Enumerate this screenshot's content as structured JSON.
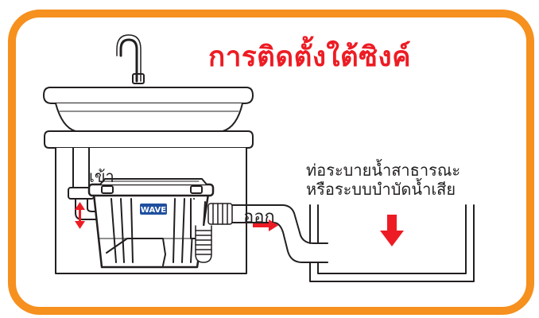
{
  "title": "การติดตั้งใต้ซิงค์",
  "labels": {
    "inlet": "เข้า",
    "outlet": "ออก",
    "destination_line1": "ท่อระบายน้ำสาธารณะ",
    "destination_line2": "หรือระบบบำบัดน้ำเสีย"
  },
  "brand": "WAVE",
  "colors": {
    "frame": "#f6901e",
    "title": "#ed1c24",
    "arrow": "#ed1c24",
    "brand_badge": "#1f4fa0",
    "line": "#231f20"
  }
}
